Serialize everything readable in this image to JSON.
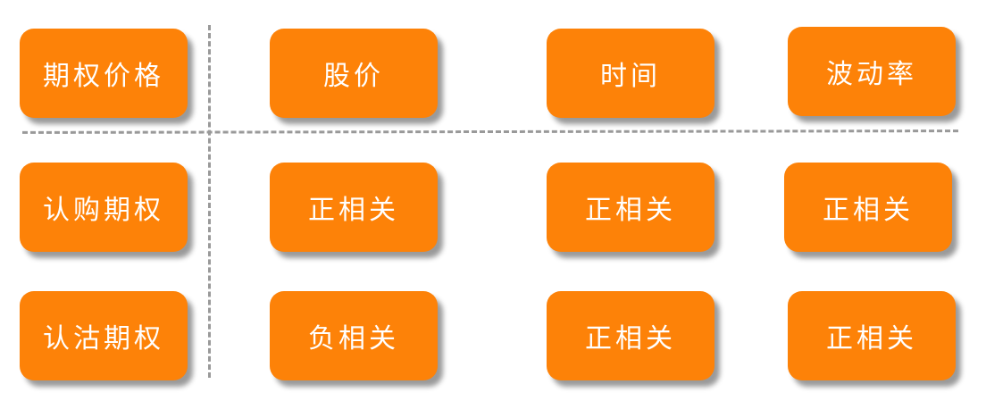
{
  "header": [
    "期权价格",
    "股价",
    "时间",
    "波动率"
  ],
  "rows": [
    {
      "label": "认购期权",
      "cells": [
        "正相关",
        "正相关",
        "正相关"
      ]
    },
    {
      "label": "认沽期权",
      "cells": [
        "负相关",
        "正相关",
        "正相关"
      ]
    }
  ],
  "colors": {
    "box": "#fd8208",
    "divider": "#999999"
  }
}
